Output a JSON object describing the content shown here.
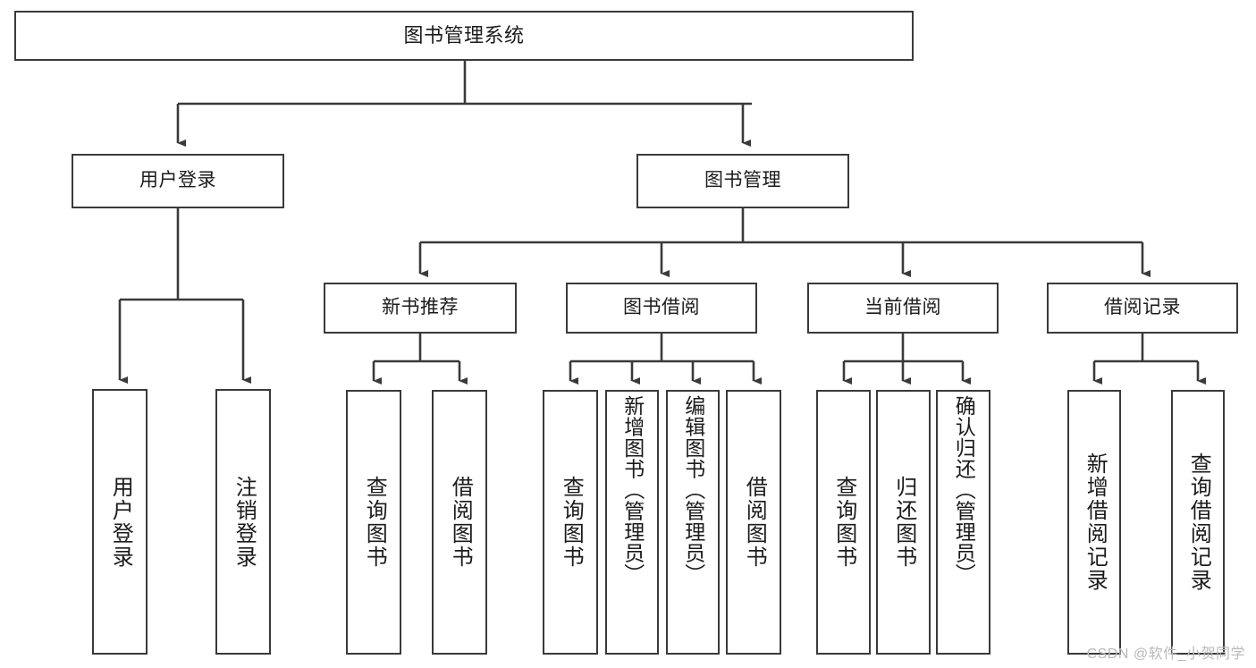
{
  "diagram": {
    "type": "tree",
    "title": "图书管理系统",
    "orientation": "top-down",
    "stroke_color": "#3a3a3a",
    "fill_color": "#ffffff",
    "text_color": "#1b1b1b",
    "levels": 4
  },
  "nodes": {
    "root": {
      "label": "图书管理系统"
    },
    "level2": [
      {
        "label": "用户登录"
      },
      {
        "label": "图书管理"
      }
    ],
    "level3": [
      {
        "label": "新书推荐"
      },
      {
        "label": "图书借阅"
      },
      {
        "label": "当前借阅"
      },
      {
        "label": "借阅记录"
      }
    ],
    "leaves": {
      "user_login": [
        {
          "label": "用户登录"
        },
        {
          "label": "注销登录"
        }
      ],
      "new_book_recommend": [
        {
          "label": "查询图书"
        },
        {
          "label": "借阅图书"
        }
      ],
      "book_borrow": [
        {
          "label": "查询图书"
        },
        {
          "label": "新增图书（管理员）"
        },
        {
          "label": "编辑图书（管理员）"
        },
        {
          "label": "借阅图书"
        }
      ],
      "current_borrow": [
        {
          "label": "查询图书"
        },
        {
          "label": "归还图书"
        },
        {
          "label": "确认归还（管理员）"
        }
      ],
      "borrow_record": [
        {
          "label": "新增借阅记录"
        },
        {
          "label": "查询借阅记录"
        }
      ]
    }
  },
  "watermark": {
    "text": "CSDN @软件_小贺同学"
  }
}
